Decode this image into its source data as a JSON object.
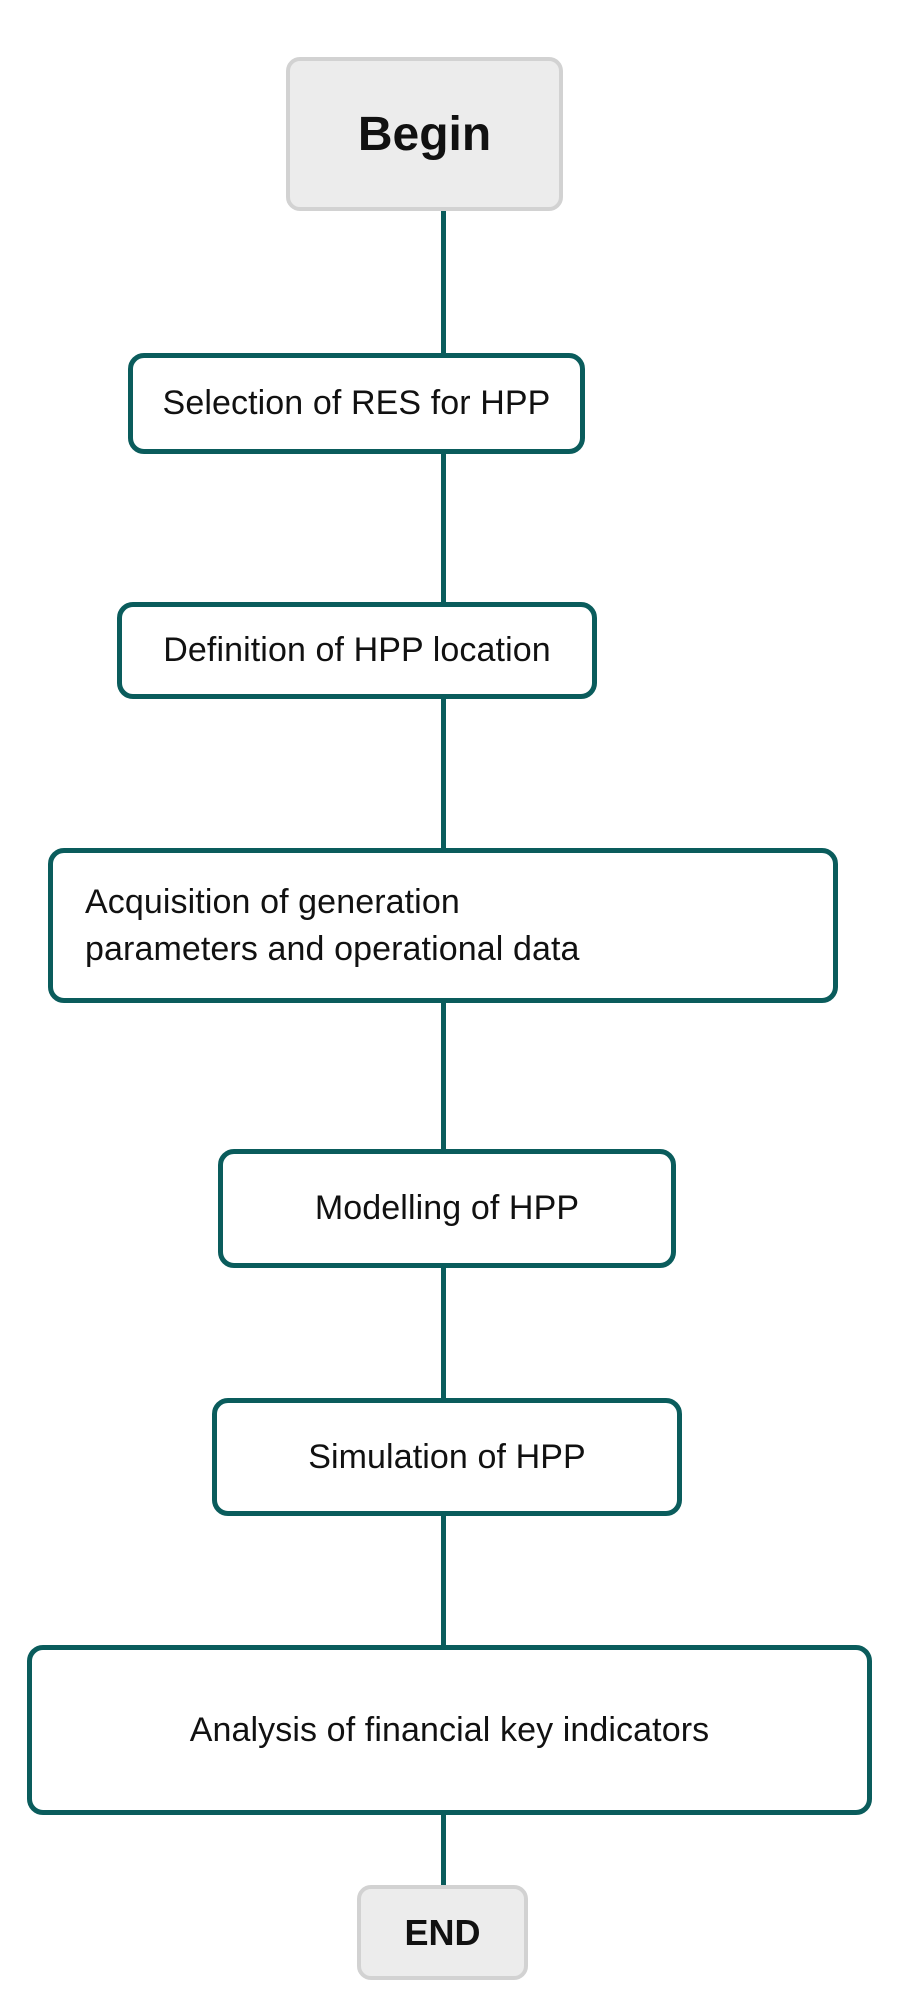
{
  "diagram": {
    "type": "flowchart",
    "orientation": "vertical",
    "title": "HPP assessment methodology flowchart",
    "colors": {
      "process_border": "#0a5c5c",
      "process_fill": "#ffffff",
      "terminator_fill": "#ececec",
      "terminator_border": "#d2d2d2",
      "connector": "#0a5c5c",
      "text": "#111111",
      "background": "#ffffff"
    },
    "nodes": [
      {
        "id": "begin",
        "shape": "terminator",
        "label": "Begin"
      },
      {
        "id": "selection",
        "shape": "process",
        "label": "Selection of RES for HPP"
      },
      {
        "id": "definition",
        "shape": "process",
        "label": "Definition of HPP location"
      },
      {
        "id": "acquisition",
        "shape": "process",
        "label": "Acquisition of generation\nparameters and operational data"
      },
      {
        "id": "modelling",
        "shape": "process",
        "label": "Modelling of HPP"
      },
      {
        "id": "simulation",
        "shape": "process",
        "label": "Simulation of HPP"
      },
      {
        "id": "analysis",
        "shape": "process",
        "label": "Analysis of financial key indicators"
      },
      {
        "id": "end",
        "shape": "terminator",
        "label": "END"
      }
    ],
    "edges": [
      {
        "from": "begin",
        "to": "selection"
      },
      {
        "from": "selection",
        "to": "definition"
      },
      {
        "from": "definition",
        "to": "acquisition"
      },
      {
        "from": "acquisition",
        "to": "modelling"
      },
      {
        "from": "modelling",
        "to": "simulation"
      },
      {
        "from": "simulation",
        "to": "analysis"
      },
      {
        "from": "analysis",
        "to": "end"
      }
    ]
  }
}
